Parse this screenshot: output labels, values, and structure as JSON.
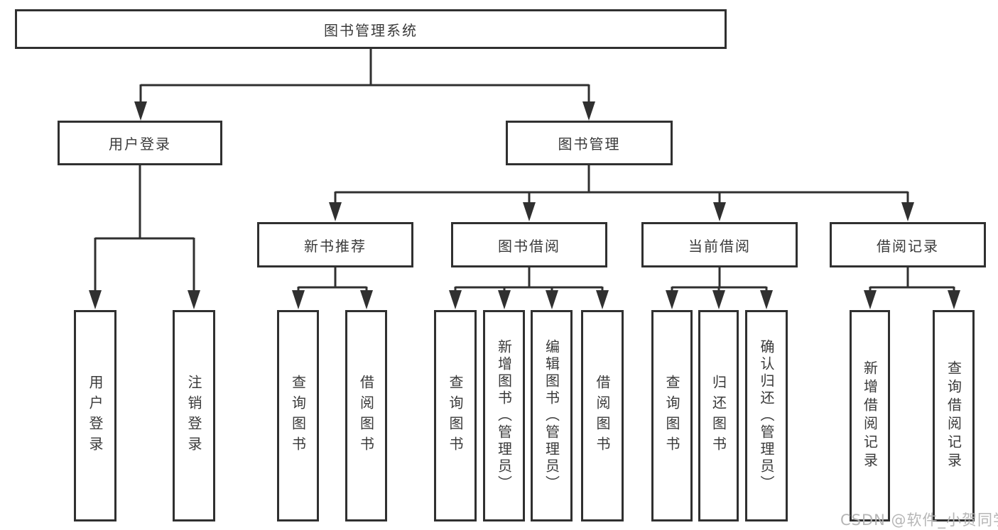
{
  "diagram": {
    "type": "tree-functional-structure",
    "colors": {
      "background": "#ffffff",
      "box_border": "#303030",
      "line": "#303030",
      "text": "#3a3a3a",
      "watermark": "#b2b2b2"
    },
    "watermark": "CSDN @软件_小贺同学",
    "nodes": {
      "root": {
        "label": "图书管理系统"
      },
      "user_login": {
        "label": "用户登录"
      },
      "book_mgmt": {
        "label": "图书管理"
      },
      "new_book_rec": {
        "label": "新书推荐"
      },
      "book_borrow": {
        "label": "图书借阅"
      },
      "current_borrow": {
        "label": "当前借阅"
      },
      "borrow_record": {
        "label": "借阅记录"
      },
      "leaf_user_login": {
        "label": "用户登录"
      },
      "leaf_logout": {
        "label": "注销登录"
      },
      "leaf_query_book_1": {
        "label": "查询图书"
      },
      "leaf_borrow_book_1": {
        "label": "借阅图书"
      },
      "leaf_query_book_2": {
        "label": "查询图书"
      },
      "leaf_add_book": {
        "label": "新增图书（管理员）"
      },
      "leaf_edit_book": {
        "label": "编辑图书（管理员）"
      },
      "leaf_borrow_book_2": {
        "label": "借阅图书"
      },
      "leaf_query_book_3": {
        "label": "查询图书"
      },
      "leaf_return_book": {
        "label": "归还图书"
      },
      "leaf_confirm_return": {
        "label": "确认归还（管理员）"
      },
      "leaf_add_record": {
        "label": "新增借阅记录"
      },
      "leaf_query_record": {
        "label": "查询借阅记录"
      }
    },
    "hierarchy": {
      "root": [
        "user_login",
        "book_mgmt"
      ],
      "user_login": [
        "leaf_user_login",
        "leaf_logout"
      ],
      "book_mgmt": [
        "new_book_rec",
        "book_borrow",
        "current_borrow",
        "borrow_record"
      ],
      "new_book_rec": [
        "leaf_query_book_1",
        "leaf_borrow_book_1"
      ],
      "book_borrow": [
        "leaf_query_book_2",
        "leaf_add_book",
        "leaf_edit_book",
        "leaf_borrow_book_2"
      ],
      "current_borrow": [
        "leaf_query_book_3",
        "leaf_return_book",
        "leaf_confirm_return"
      ],
      "borrow_record": [
        "leaf_add_record",
        "leaf_query_record"
      ]
    }
  }
}
